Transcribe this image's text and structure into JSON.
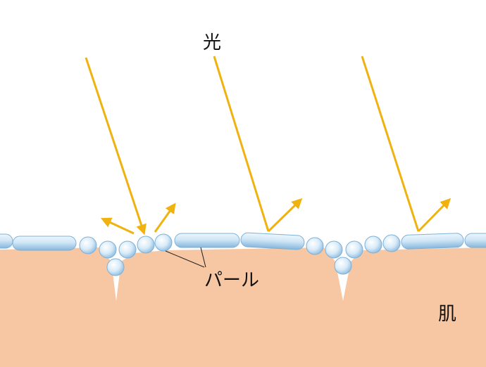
{
  "labels": {
    "light": "光",
    "pearl": "パール",
    "skin": "肌"
  },
  "colors": {
    "skin": "#f7c7a3",
    "light_ray": "#f0b20f",
    "pearl_fill": "#cfe6f6",
    "pearl_edge": "#7fb1d6",
    "leader_line": "#222222"
  }
}
